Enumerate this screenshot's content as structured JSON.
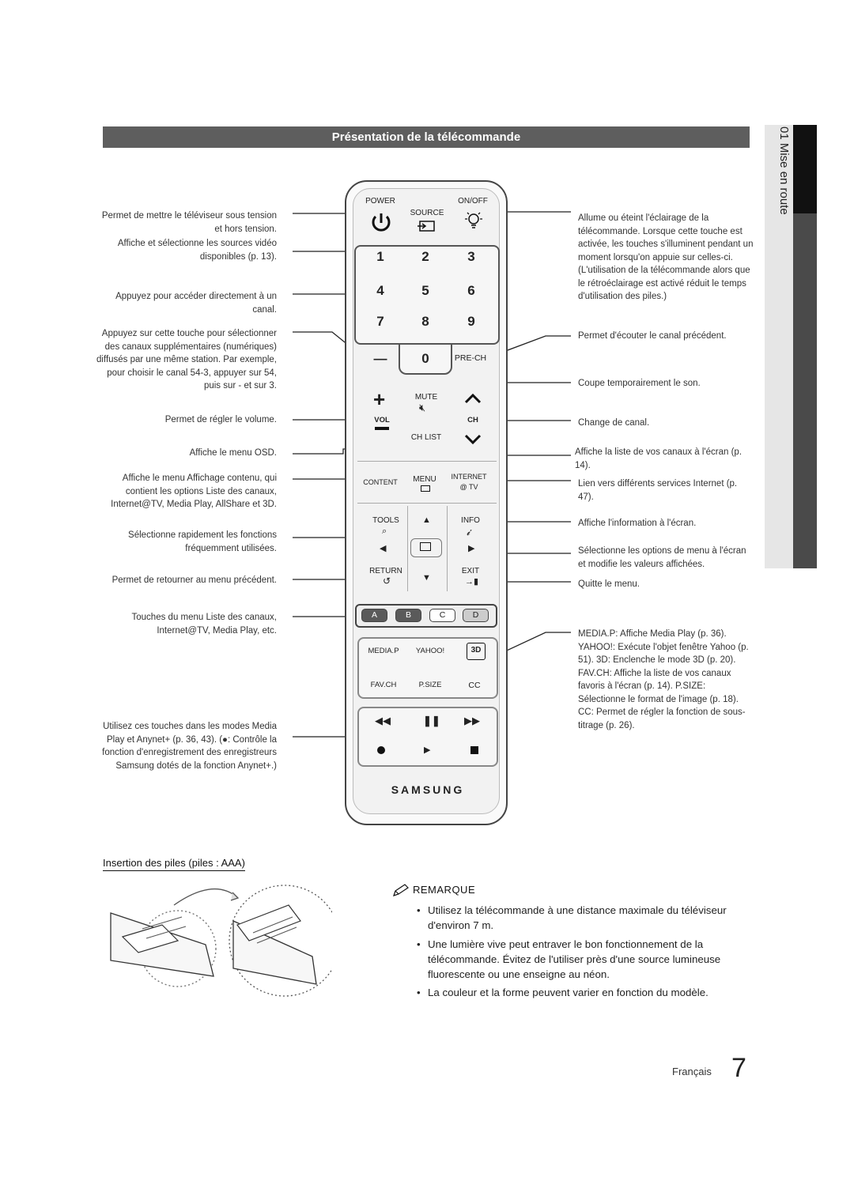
{
  "section_title": "Présentation de la télécommande",
  "side_tab": "01  Mise en route",
  "left_annotations": [
    "Permet de mettre le téléviseur sous tension et hors tension.",
    "Affiche et sélectionne les sources vidéo disponibles (p. 13).",
    "Appuyez pour accéder directement à un canal.",
    "Appuyez sur cette touche pour sélectionner des canaux supplémentaires (numériques) diffusés par une même station. Par exemple, pour choisir le canal 54-3, appuyer sur 54, puis sur - et sur 3.",
    "Permet de régler le volume.",
    "Affiche le menu OSD.",
    "Affiche le menu Affichage contenu, qui contient les options Liste des canaux, Internet@TV, Media Play, AllShare et 3D.",
    "Sélectionne rapidement les fonctions fréquemment utilisées.",
    "Permet de retourner au menu précédent.",
    "Touches du menu Liste des canaux, Internet@TV, Media Play, etc.",
    "Utilisez ces touches dans les modes Media Play et Anynet+ (p. 36, 43). (●: Contrôle la fonction d'enregistrement des enregistreurs Samsung dotés de la fonction Anynet+.)"
  ],
  "right_annotations": [
    "Allume ou éteint l'éclairage de la télécommande. Lorsque cette touche est activée, les touches s'illuminent pendant un moment lorsqu'on appuie sur celles-ci. (L'utilisation de la télécommande alors que le rétroéclairage est activé réduit le temps d'utilisation des piles.)",
    "Permet d'écouter le canal précédent.",
    "Coupe temporairement le son.",
    "Change de canal.",
    "Affiche la liste de vos canaux à l'écran (p. 14).",
    "Lien vers différents services Internet (p. 47).",
    "Affiche l'information à l'écran.",
    "Sélectionne les options de menu à l'écran et modifie les valeurs affichées.",
    "Quitte le menu.",
    "MEDIA.P: Affiche Media Play (p. 36). YAHOO!: Exécute l'objet fenêtre Yahoo (p. 51). 3D: Enclenche le mode 3D (p. 20). FAV.CH: Affiche la liste de vos canaux favoris à l'écran (p. 14). P.SIZE: Sélectionne le format de l'image (p. 18). CC: Permet de régler la fonction de sous-titrage (p. 26)."
  ],
  "remote": {
    "power": "POWER",
    "onoff": "ON/OFF",
    "source": "SOURCE",
    "digits": [
      "1",
      "2",
      "3",
      "4",
      "5",
      "6",
      "7",
      "8",
      "9"
    ],
    "zero": "0",
    "dash": "—",
    "prech": "PRE-CH",
    "mute": "MUTE",
    "vol": "VOL",
    "ch": "CH",
    "chlist": "CH LIST",
    "content": "CONTENT",
    "menu": "MENU",
    "internet": "INTERNET",
    "at_tv": "@ TV",
    "tools": "TOOLS",
    "info": "INFO",
    "return": "RETURN",
    "exit": "EXIT",
    "color_keys": [
      "A",
      "B",
      "C",
      "D"
    ],
    "mediap": "MEDIA.P",
    "yahoo": "YAHOO!",
    "three_d": "3D",
    "favch": "FAV.CH",
    "psize": "P.SIZE",
    "cc": "CC",
    "brand": "SAMSUNG",
    "key_colors": {
      "A": "#b23a3a",
      "B": "#3f8a3f",
      "C": "#d9c23a",
      "D": "#3a5fb2"
    }
  },
  "battery_heading": "Insertion des piles (piles : AAA)",
  "remarque_title": "REMARQUE",
  "remarques": [
    "Utilisez la télécommande à une distance maximale du téléviseur d'environ 7 m.",
    "Une lumière vive peut entraver le bon fonctionnement de la télécommande. Évitez de l'utiliser près d'une source lumineuse fluorescente ou une enseigne au néon.",
    "La couleur et la forme peuvent varier en fonction du modèle."
  ],
  "footer": {
    "language": "Français",
    "page": "7"
  }
}
